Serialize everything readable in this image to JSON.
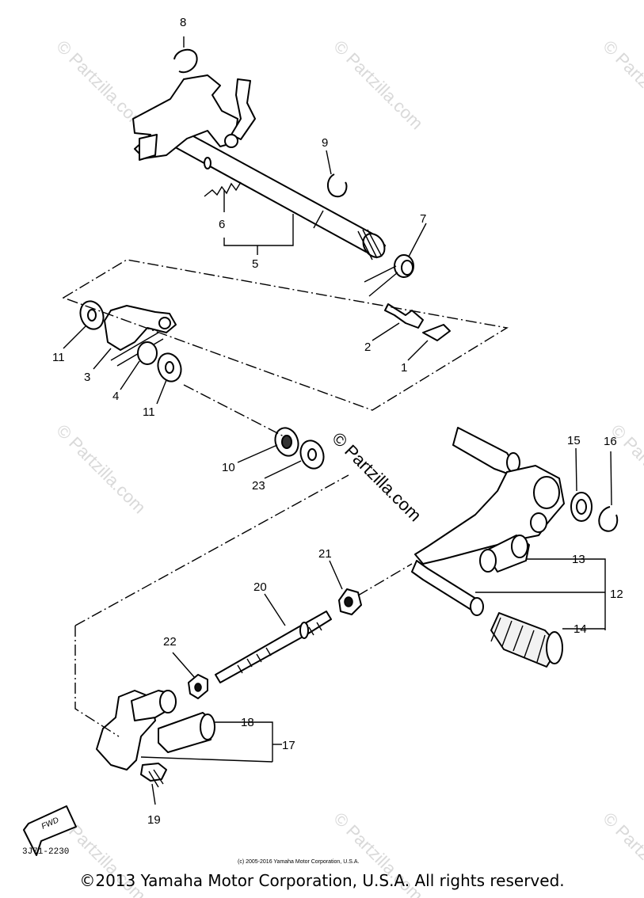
{
  "watermark": "© Partzilla.com",
  "callouts": [
    "1",
    "2",
    "3",
    "4",
    "5",
    "6",
    "7",
    "8",
    "9",
    "10",
    "11",
    "11",
    "12",
    "13",
    "14",
    "15",
    "16",
    "17",
    "18",
    "19",
    "20",
    "21",
    "22",
    "23"
  ],
  "fwd_label": "FWD",
  "ref_code": "3J71-2230",
  "small_copyright": "(c) 2005-2016 Yamaha Motor Corporation, U.S.A.",
  "copyright": "©2013 Yamaha Motor Corporation, U.S.A. All rights reserved."
}
